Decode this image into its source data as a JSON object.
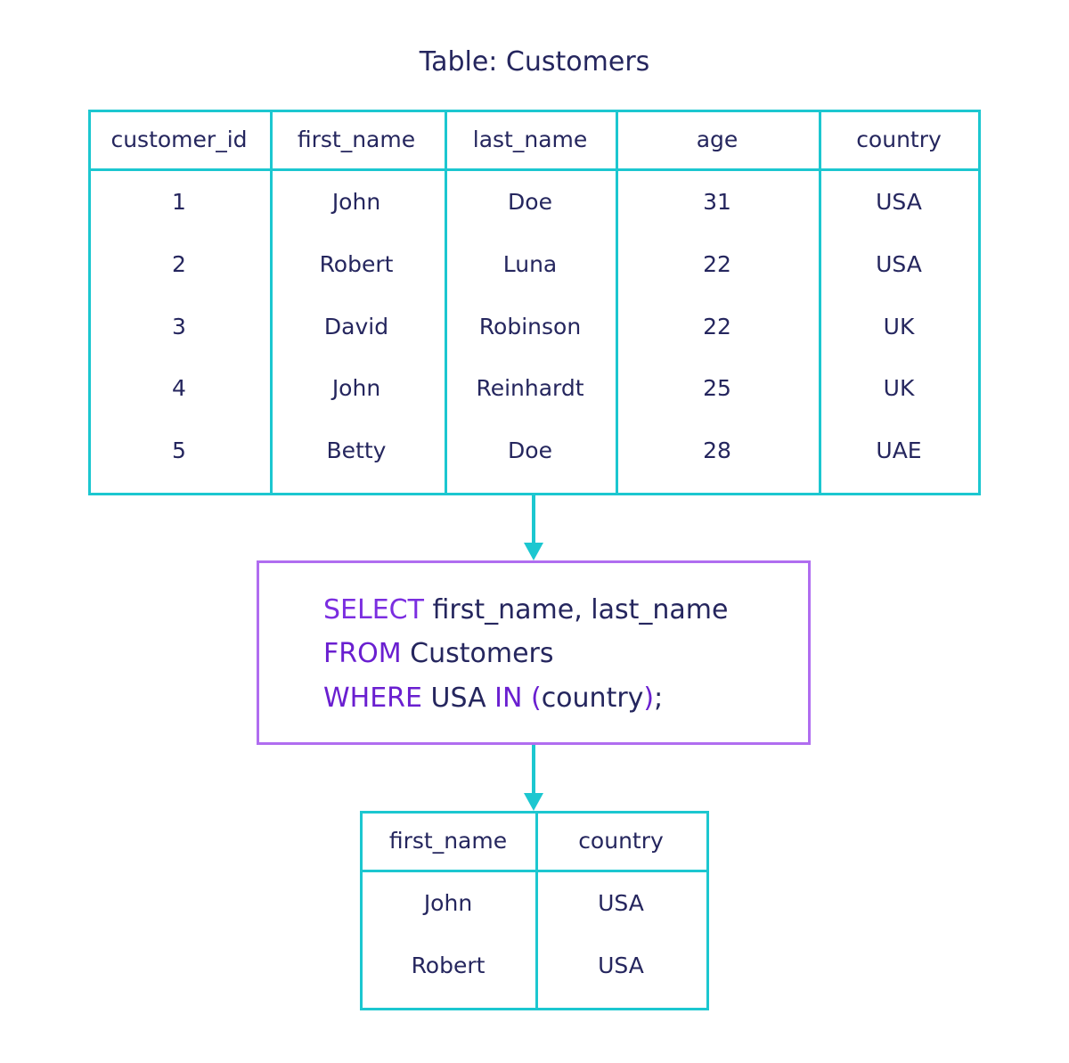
{
  "title": "Table: Customers",
  "customers_table": {
    "columns": [
      "customer_id",
      "first_name",
      "last_name",
      "age",
      "country"
    ],
    "rows": [
      [
        "1",
        "John",
        "Doe",
        "31",
        "USA"
      ],
      [
        "2",
        "Robert",
        "Luna",
        "22",
        "USA"
      ],
      [
        "3",
        "David",
        "Robinson",
        "22",
        "UK"
      ],
      [
        "4",
        "John",
        "Reinhardt",
        "25",
        "UK"
      ],
      [
        "5",
        "Betty",
        "Doe",
        "28",
        "UAE"
      ]
    ]
  },
  "query": {
    "line1": {
      "keyword": "SELECT",
      "rest": " first_name, last_name"
    },
    "line2": {
      "keyword": "FROM",
      "rest": " Customers"
    },
    "line3": {
      "keyword": "WHERE",
      "mid": " USA ",
      "keyword2": "IN",
      "paren_open": " (",
      "arg": "country",
      "paren_close": ")",
      "end": ";"
    }
  },
  "result_table": {
    "columns": [
      "first_name",
      "country"
    ],
    "rows": [
      [
        "John",
        "USA"
      ],
      [
        "Robert",
        "USA"
      ]
    ]
  },
  "colors": {
    "table_border": "#1cc7d0",
    "query_border": "#b06df0",
    "keyword": "#7b2ee0",
    "text": "#25265e"
  }
}
